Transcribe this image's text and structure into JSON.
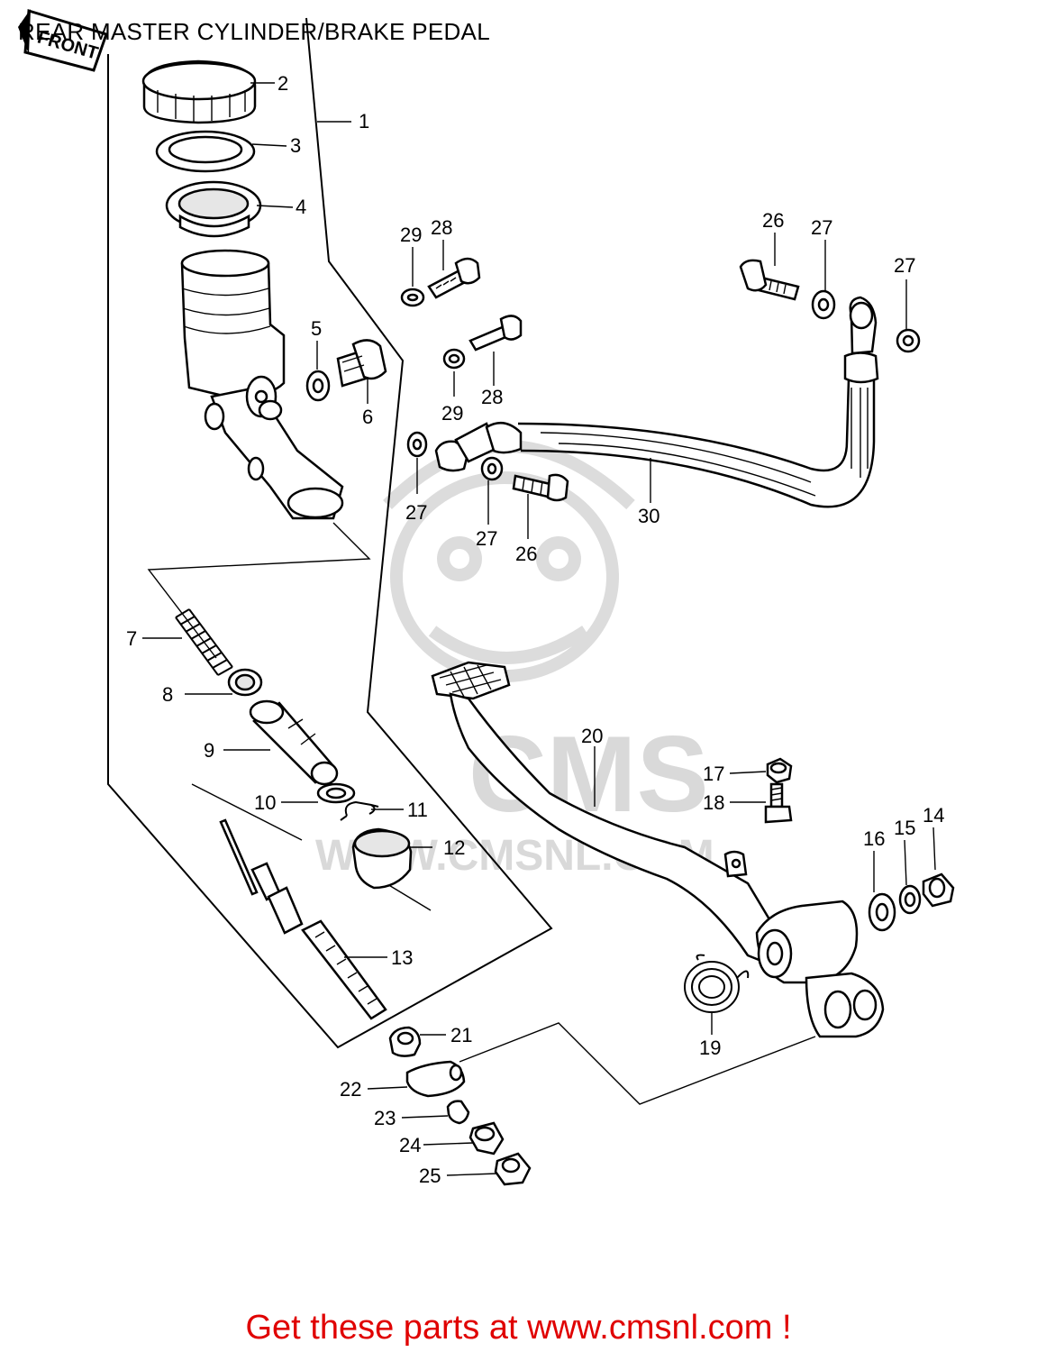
{
  "title": "REAR MASTER CYLINDER/BRAKE PEDAL",
  "front_tag": "FRONT",
  "watermark": {
    "logo": "CMS",
    "url": "WWW.CMSNL.COM"
  },
  "footer": "Get these parts at www.cmsnl.com !",
  "colors": {
    "footer": "#e00000",
    "watermark": "#d9d9d9",
    "ink": "#000000"
  },
  "callouts": {
    "n1": "1",
    "n2": "2",
    "n3": "3",
    "n4": "4",
    "n5": "5",
    "n6": "6",
    "n7": "7",
    "n8": "8",
    "n9": "9",
    "n10": "10",
    "n11": "11",
    "n12": "12",
    "n13": "13",
    "n14": "14",
    "n15": "15",
    "n16": "16",
    "n17": "17",
    "n18": "18",
    "n19": "19",
    "n20": "20",
    "n21": "21",
    "n22": "22",
    "n23": "23",
    "n24": "24",
    "n25": "25",
    "n26a": "26",
    "n26b": "26",
    "n27a": "27",
    "n27b": "27",
    "n27c": "27",
    "n27d": "27",
    "n28a": "28",
    "n28b": "28",
    "n29a": "29",
    "n29b": "29",
    "n30": "30"
  }
}
